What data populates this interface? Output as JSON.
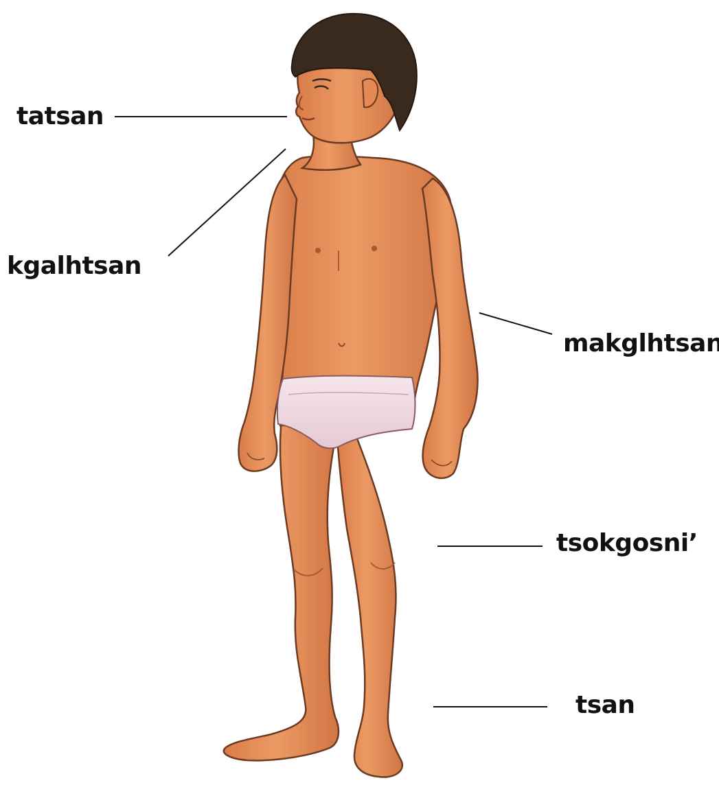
{
  "labels": {
    "mouth": "tatsan",
    "neck": "kgalhtsan",
    "arm": "makglhtsan",
    "knee": "tsokgosni’",
    "leg": "tsan"
  },
  "colors": {
    "skin": "#e9935e",
    "skin_shadow": "#c9703f",
    "outline": "#6b3a22",
    "hair": "#3a2a1e",
    "underwear": "#f1dde3",
    "leader_line": "#111111",
    "text": "#111111"
  }
}
